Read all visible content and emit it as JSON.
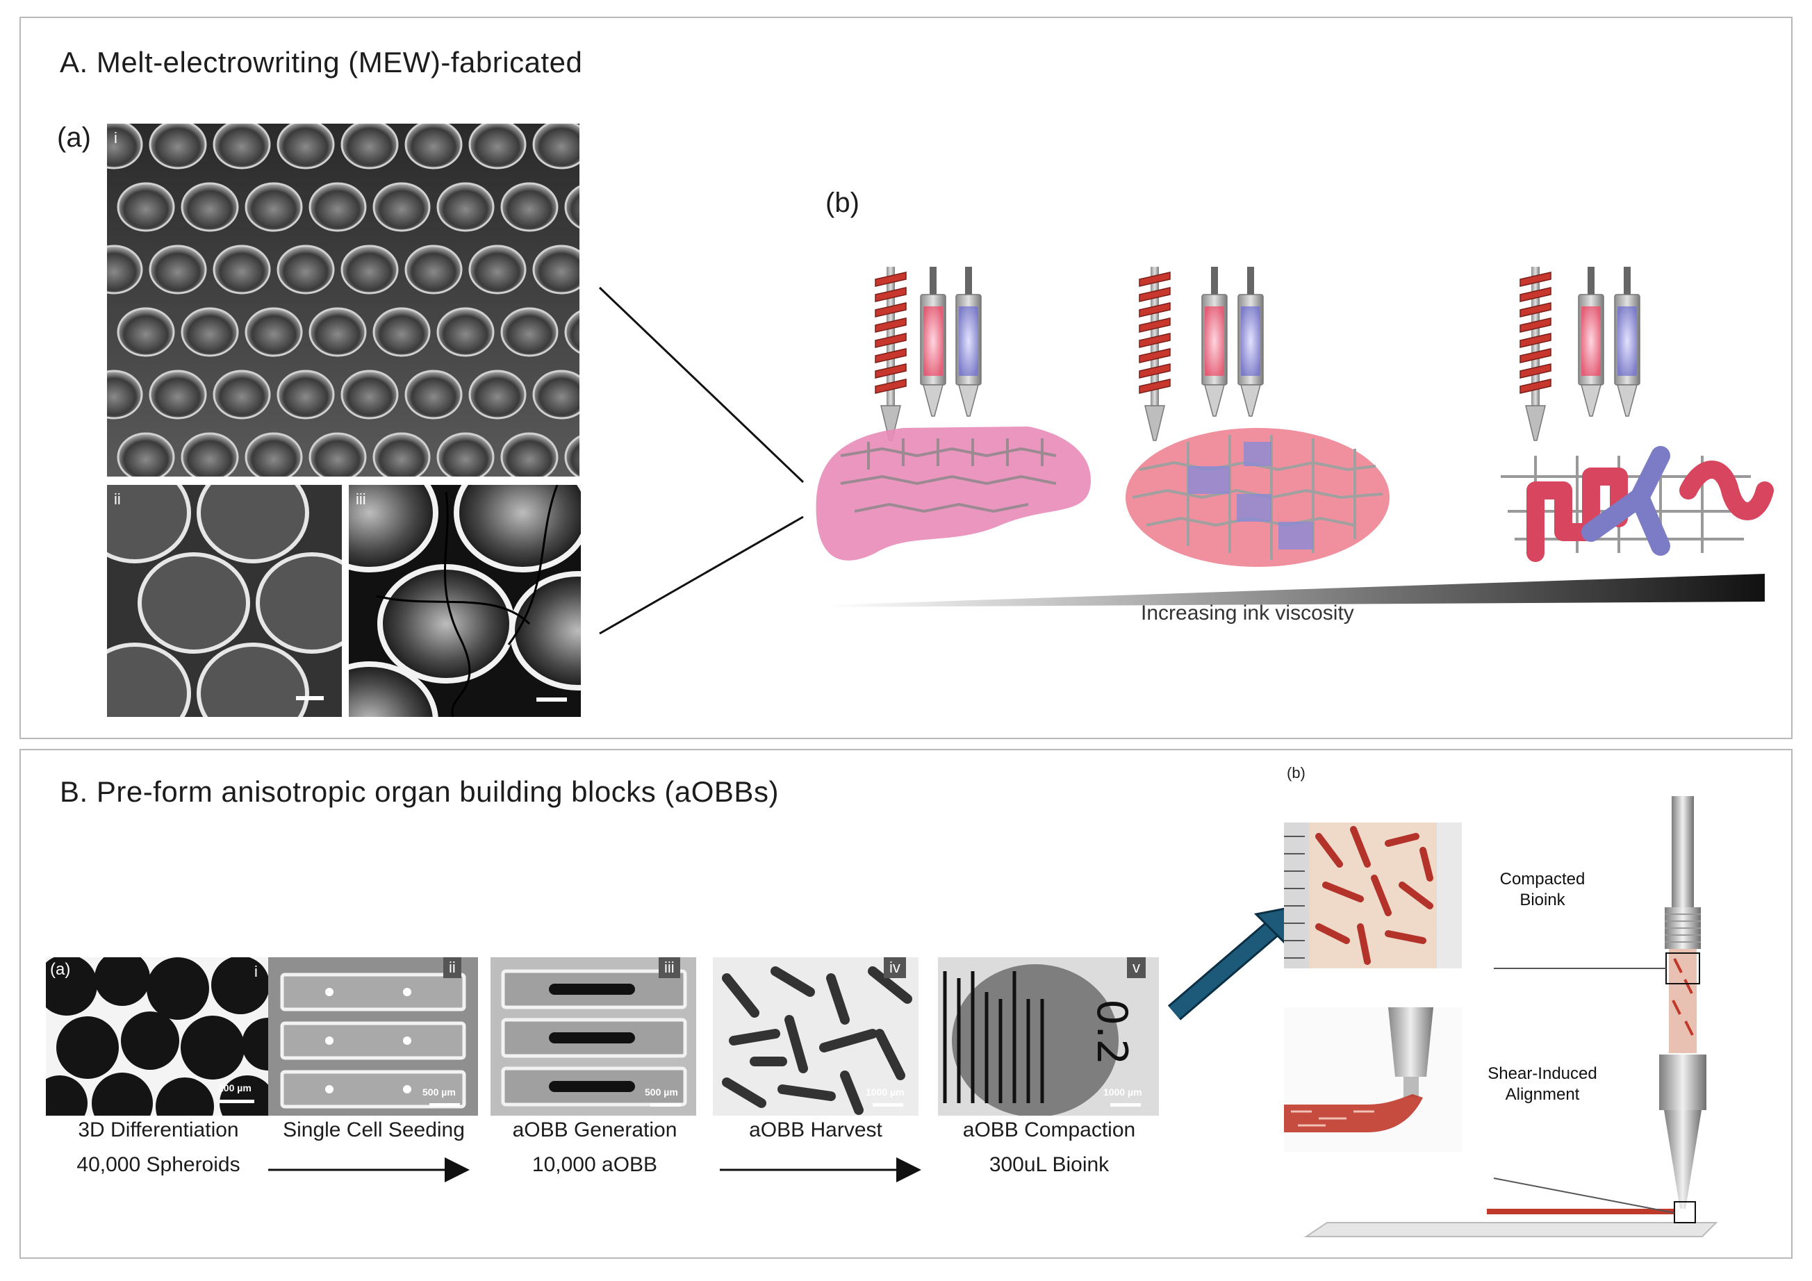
{
  "panel_a": {
    "title": "A. Melt-electrowriting (MEW)-fabricated",
    "sub_a": "(a)",
    "sub_b": "(b)",
    "roman_i": "i",
    "roman_ii": "ii",
    "roman_iii": "iii",
    "viscosity_label": "Increasing ink viscosity"
  },
  "panel_b": {
    "title": "B. Pre-form anisotropic organ building blocks (aOBBs)",
    "sub_a": "(a)",
    "sub_b": "(b)",
    "steps": [
      {
        "roman": "i",
        "scale": "200 µm",
        "caption": "3D Differentiation",
        "sub": "40,000 Spheroids"
      },
      {
        "roman": "ii",
        "scale": "500 µm",
        "caption": "Single Cell Seeding",
        "sub": ""
      },
      {
        "roman": "iii",
        "scale": "500 µm",
        "caption": "aOBB Generation",
        "sub": "10,000 aOBB"
      },
      {
        "roman": "iv",
        "scale": "1000 µm",
        "caption": "aOBB Harvest",
        "sub": ""
      },
      {
        "roman": "v",
        "scale": "1000 µm",
        "caption": "aOBB Compaction",
        "sub": "300uL Bioink"
      }
    ],
    "compacted_label_1": "Compacted",
    "compacted_label_2": "Bioink",
    "shear_label_1": "Shear-Induced",
    "shear_label_2": "Alignment"
  },
  "colors": {
    "panel_border": "#b9b9b9",
    "teal_arrow": "#1d5370",
    "red_fiber": "#c8372d",
    "pink_ink": "#e8739a",
    "blue_ink": "#8a8ad6"
  }
}
